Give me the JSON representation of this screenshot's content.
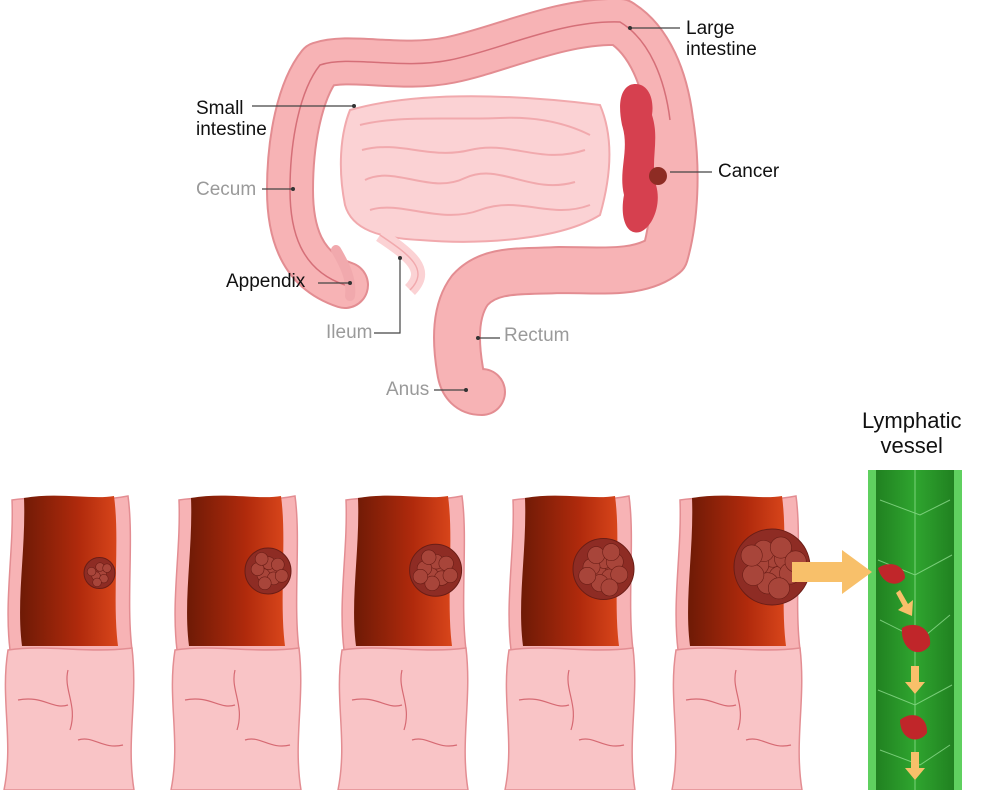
{
  "labels": {
    "small_intestine": [
      "Small",
      "intestine"
    ],
    "large_intestine": [
      "Large",
      "intestine"
    ],
    "cecum": "Cecum",
    "appendix": "Appendix",
    "ileum": "Ileum",
    "rectum": "Rectum",
    "anus": "Anus",
    "cancer": "Cancer",
    "lymphatic_vessel": [
      "Lymphatic",
      "vessel"
    ]
  },
  "colors": {
    "colon": "#f7b3b5",
    "colon_outline": "#e38d92",
    "small_intestine": "#fbd2d4",
    "tumor_region": "#d6404f",
    "tumor": "#8e2c24",
    "mucosa": "#b02a0c",
    "lymph": "#2fa52f",
    "arrow": "#f8c06a",
    "label_dark": "#111111",
    "label_grey": "#9a9a9a"
  },
  "stages": {
    "tumor_sizes": [
      0.25,
      0.5,
      0.6,
      0.75,
      1.0
    ]
  }
}
